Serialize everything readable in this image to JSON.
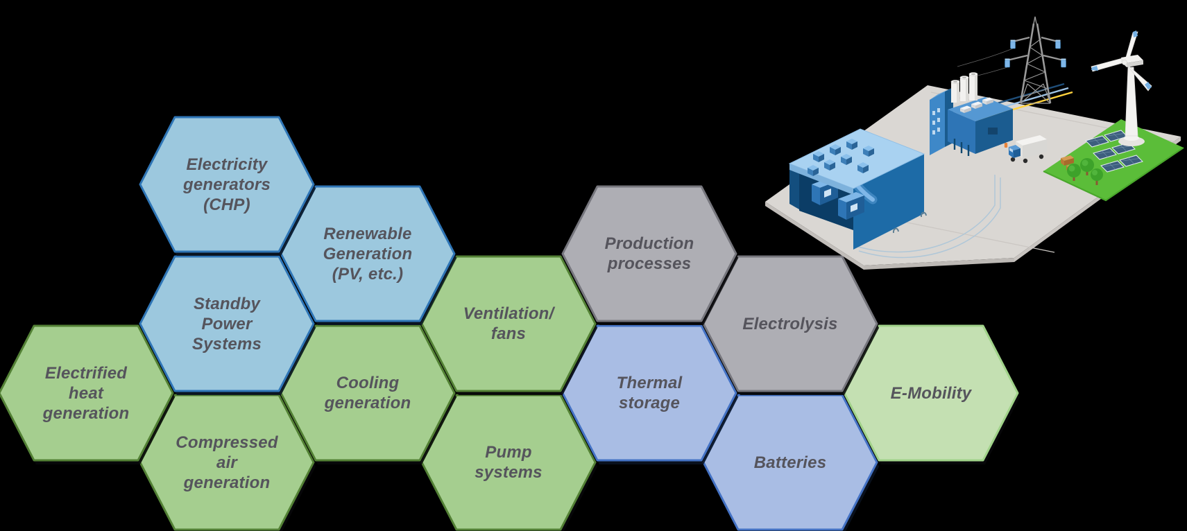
{
  "background": "#000000",
  "text_color": "#55545C",
  "palette": {
    "blue": {
      "fill": "#9CC8DE",
      "stroke": "#2E75B6",
      "shadow": "#0A1624"
    },
    "green": {
      "fill": "#A5CE8F",
      "stroke": "#538135",
      "shadow": "#08080A"
    },
    "gray": {
      "fill": "#AEAEB4",
      "stroke": "#76767D",
      "shadow": "#08080A"
    },
    "periwinkle": {
      "fill": "#A9BDE4",
      "stroke": "#4472C4",
      "shadow": "#0A1220"
    },
    "lightgreen": {
      "fill": "#C4E0B2",
      "stroke": "#A0D289",
      "shadow": "#08080A"
    }
  },
  "hexagons": [
    {
      "id": "electricity-generators-chp",
      "category": "blue",
      "lines": [
        "Electricity",
        "generators",
        "(CHP)"
      ]
    },
    {
      "id": "renewable-generation",
      "category": "blue",
      "lines": [
        "Renewable",
        "Generation",
        "(PV, etc.)"
      ]
    },
    {
      "id": "standby-power-systems",
      "category": "blue",
      "lines": [
        "Standby",
        "Power",
        "Systems"
      ]
    },
    {
      "id": "electrified-heat-generation",
      "category": "green",
      "lines": [
        "Electrified",
        "heat",
        "generation"
      ]
    },
    {
      "id": "compressed-air-generation",
      "category": "green",
      "lines": [
        "Compressed",
        "air",
        "generation"
      ]
    },
    {
      "id": "cooling-generation",
      "category": "green",
      "lines": [
        "Cooling",
        "generation"
      ]
    },
    {
      "id": "ventilation-fans",
      "category": "green",
      "lines": [
        "Ventilation/",
        "fans"
      ]
    },
    {
      "id": "pump-systems",
      "category": "green",
      "lines": [
        "Pump",
        "systems"
      ]
    },
    {
      "id": "production-processes",
      "category": "gray",
      "lines": [
        "Production",
        "processes"
      ]
    },
    {
      "id": "electrolysis",
      "category": "gray",
      "lines": [
        "Electrolysis"
      ]
    },
    {
      "id": "thermal-storage",
      "category": "periwinkle",
      "lines": [
        "Thermal",
        "storage"
      ]
    },
    {
      "id": "batteries",
      "category": "periwinkle",
      "lines": [
        "Batteries"
      ]
    },
    {
      "id": "e-mobility",
      "category": "lightgreen",
      "lines": [
        "E-Mobility"
      ]
    }
  ],
  "scene": {
    "elements": [
      "ground-platform",
      "warehouse-building",
      "production-plant",
      "chimneys",
      "power-pylon",
      "wind-turbine",
      "solar-panel-array",
      "trees",
      "timber-stacks",
      "delivery-truck",
      "grass-field",
      "power-cables",
      "ground-pipes"
    ],
    "colors": {
      "platform": "#DAD7D3",
      "grass": "#5BBD39",
      "roof_light": "#A9D2F1",
      "wall_dark": "#1D6BA7",
      "wall_mid": "#2E75B6",
      "structure_gray": "#9A9A9A",
      "turbine_white": "#F3F2F0",
      "panel_blue": "#3D5F7E",
      "tree_green": "#3DA22A",
      "cable_yellow": "#FFD23E",
      "cable_light_blue": "#9DC3E6",
      "cable_navy": "#1F4E79"
    }
  }
}
